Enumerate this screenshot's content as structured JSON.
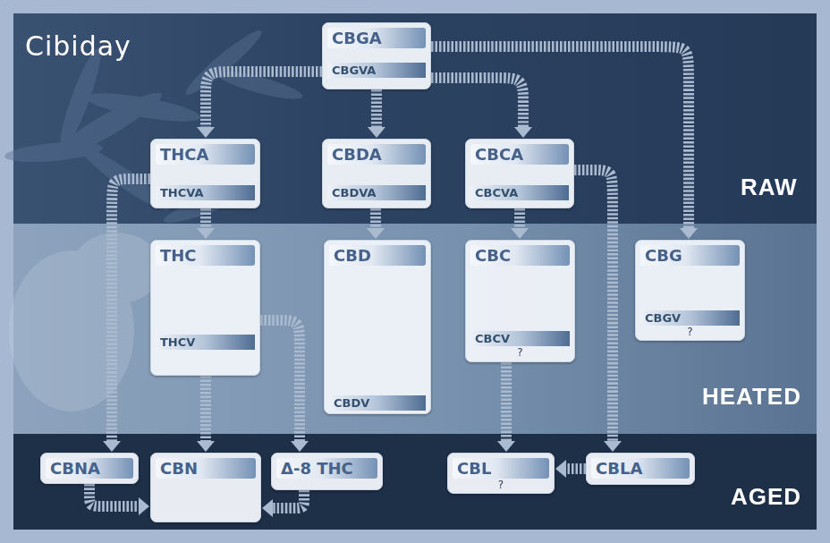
{
  "diagram": {
    "nodes": [
      {
        "text": [
          "CBGA",
          "CBGVA"
        ]
      },
      {
        "text": [
          "THCA",
          "THCVA"
        ]
      },
      {
        "text": [
          "CBDA",
          "CBDVA"
        ]
      },
      {
        "text": [
          "CBCA",
          "CBCVA"
        ]
      },
      {
        "text": [
          "THC",
          "THCV"
        ]
      },
      {
        "text": [
          "CBD",
          "CBDV"
        ]
      },
      {
        "text": [
          "CBC",
          "CBCV",
          "?"
        ]
      },
      {
        "text": [
          "CBG",
          "CBGV",
          "?"
        ]
      },
      {
        "text": [
          "CBNA"
        ]
      },
      {
        "text": [
          "CBN"
        ]
      },
      {
        "text": [
          "Δ-8 THC"
        ]
      },
      {
        "text": [
          "CBL",
          "?"
        ]
      },
      {
        "text": [
          "CBLA"
        ]
      }
    ],
    "edges": [
      {
        "from": 0,
        "to": 1,
        "arrow": "to"
      },
      {
        "from": 0,
        "to": 2,
        "arrow": "to"
      },
      {
        "from": 0,
        "to": 3,
        "arrow": "to"
      },
      {
        "from": 0,
        "to": 7,
        "arrow": "to"
      },
      {
        "from": 1,
        "to": 4,
        "arrow": "to"
      },
      {
        "from": 2,
        "to": 5,
        "arrow": "to"
      },
      {
        "from": 3,
        "to": 6,
        "arrow": "to"
      },
      {
        "from": 1,
        "to": 8,
        "arrow": "to"
      },
      {
        "from": 4,
        "to": 9,
        "arrow": "to"
      },
      {
        "from": 4,
        "to": 10,
        "arrow": "to"
      },
      {
        "from": 6,
        "to": 11,
        "arrow": "to"
      },
      {
        "from": 3,
        "to": 12,
        "arrow": "to"
      },
      {
        "from": 12,
        "to": 11,
        "arrow": "to"
      },
      {
        "from": 8,
        "to": 9,
        "arrow": "to"
      },
      {
        "from": 10,
        "to": 9,
        "arrow": "to"
      }
    ],
    "labels": [
      "Cibiday",
      "RAW",
      "HEATED",
      "AGED"
    ]
  }
}
